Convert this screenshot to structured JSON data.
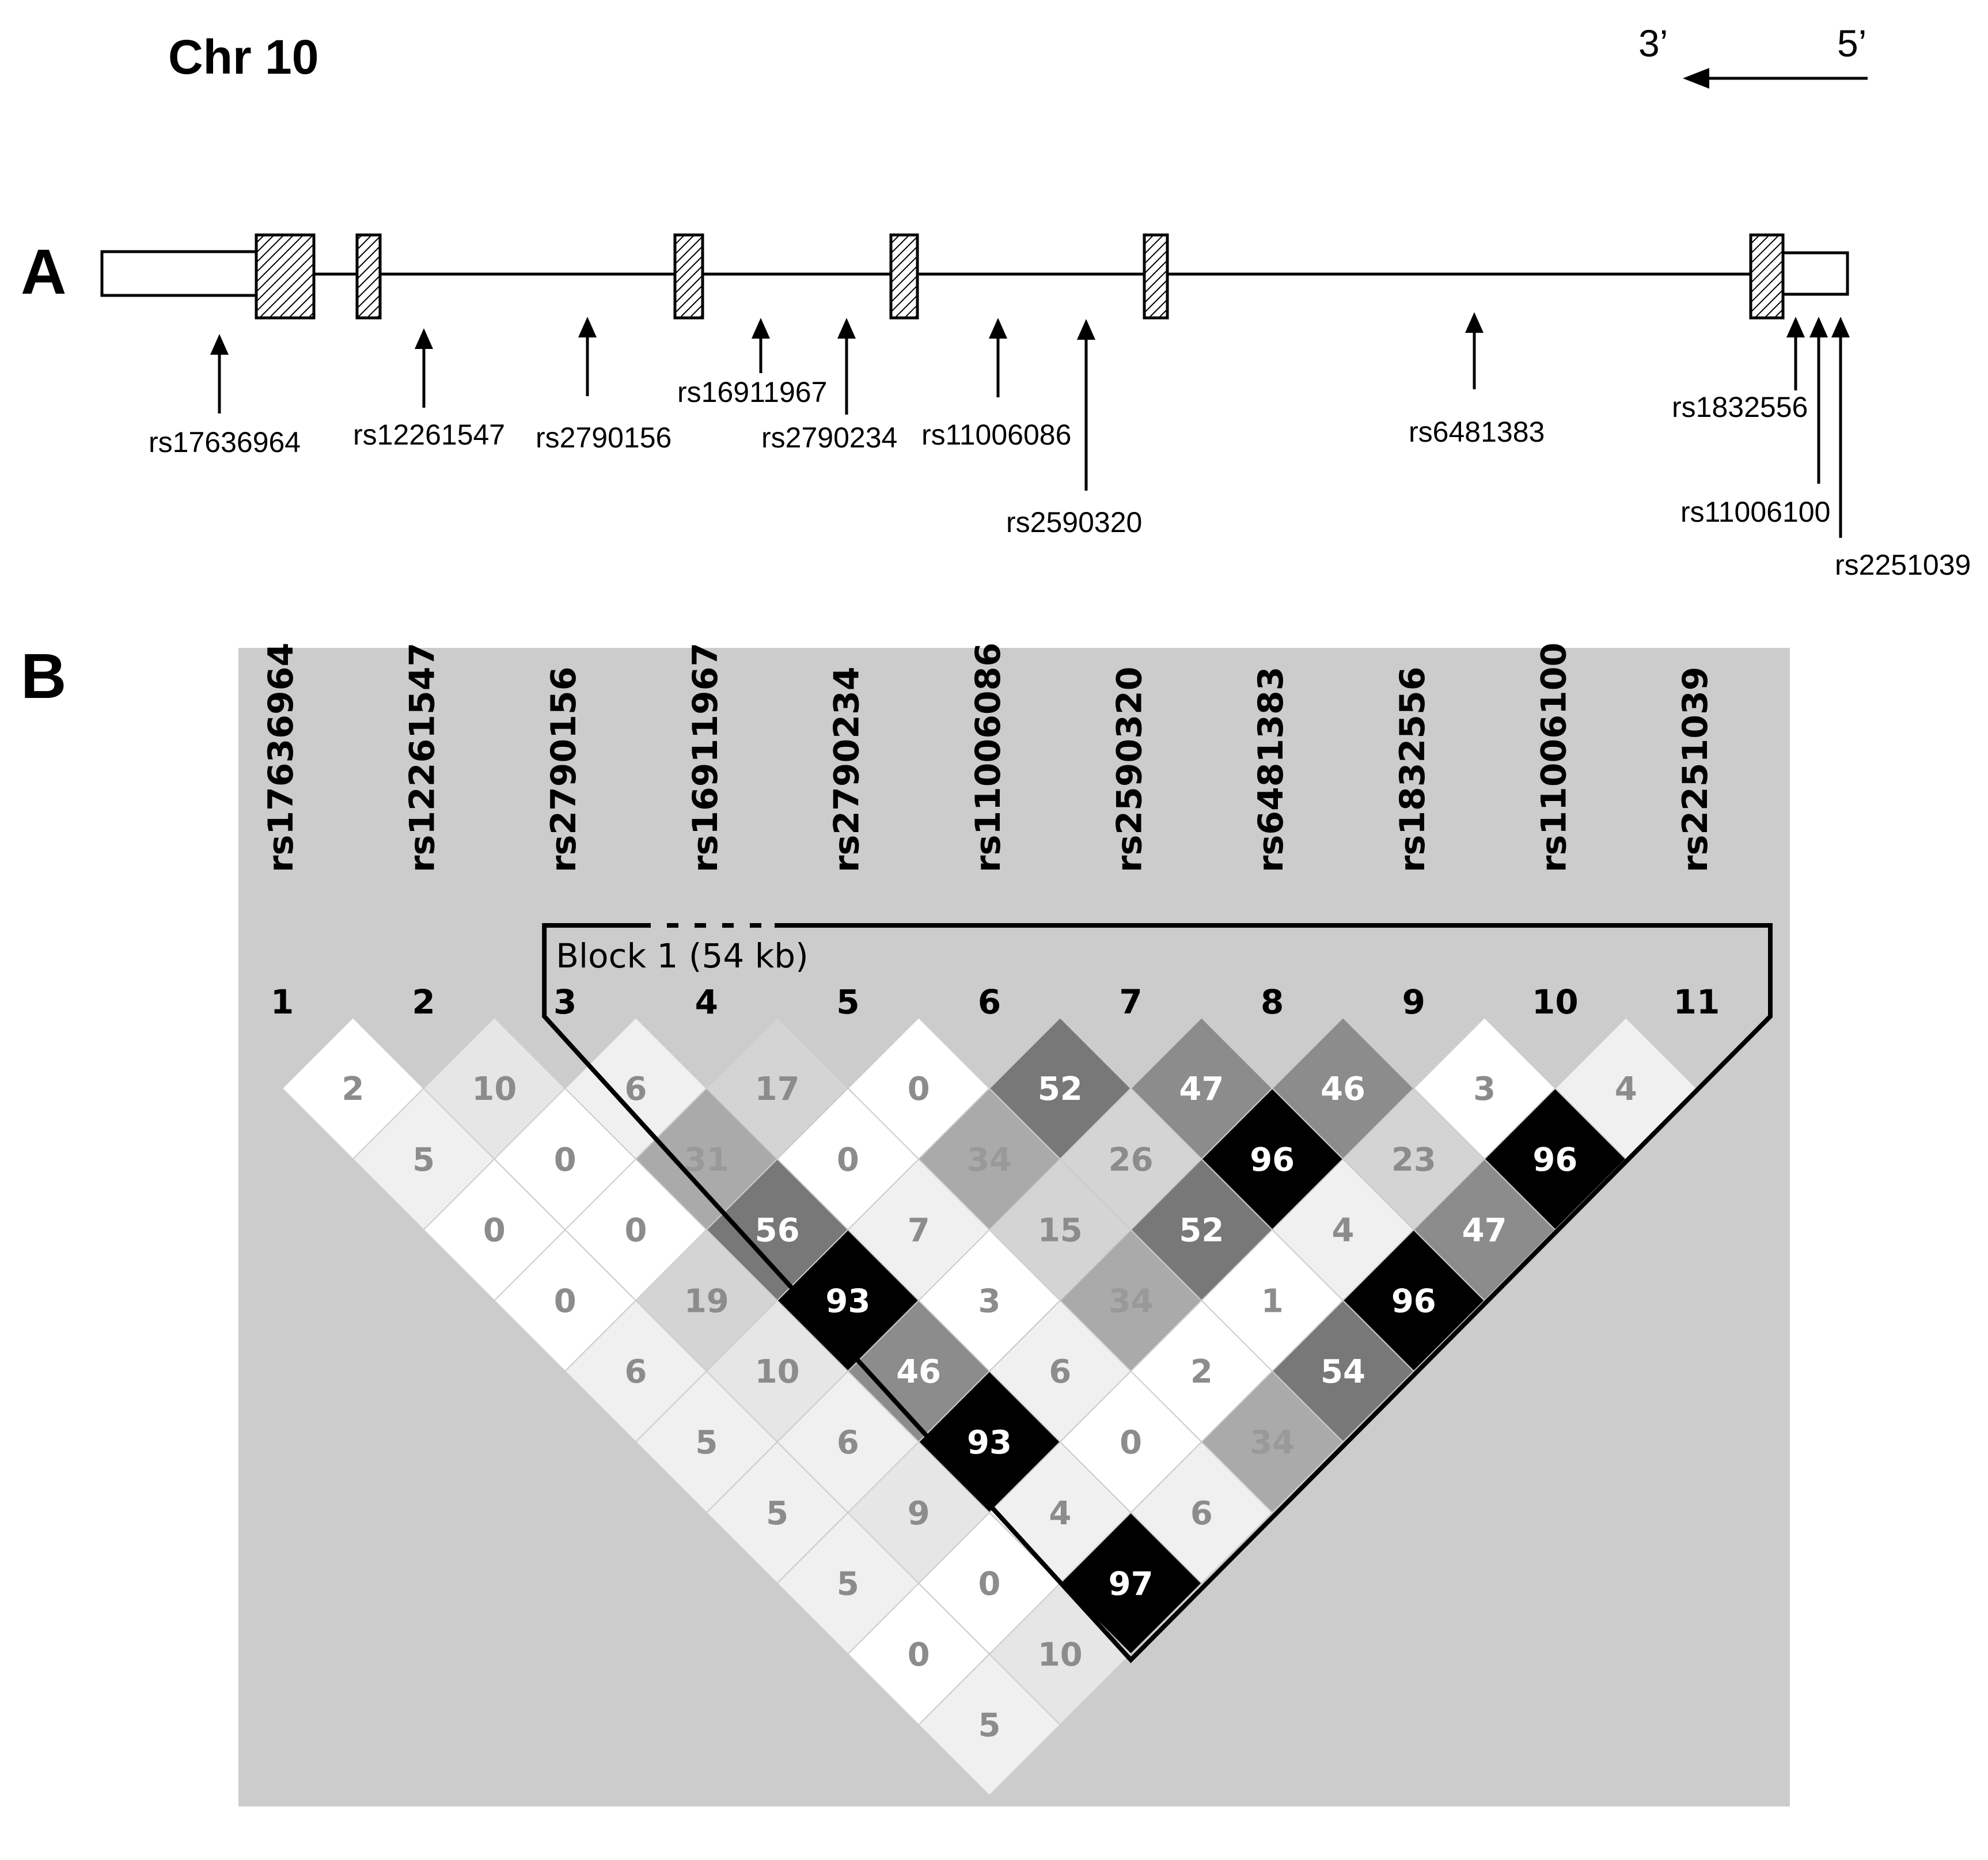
{
  "panel_a": {
    "panel_label": "A",
    "chromosome_label": "Chr 10",
    "direction": {
      "left_label": "3’",
      "right_label": "5’"
    },
    "snps": [
      {
        "id": "rs17636964"
      },
      {
        "id": "rs12261547"
      },
      {
        "id": "rs2790156"
      },
      {
        "id": "rs16911967"
      },
      {
        "id": "rs2790234"
      },
      {
        "id": "rs11006086"
      },
      {
        "id": "rs2590320"
      },
      {
        "id": "rs6481383"
      },
      {
        "id": "rs1832556"
      },
      {
        "id": "rs11006100"
      },
      {
        "id": "rs2251039"
      }
    ]
  },
  "panel_b": {
    "panel_label": "B",
    "snp_names": [
      "rs17636964",
      "rs12261547",
      "rs2790156",
      "rs16911967",
      "rs2790234",
      "rs11006086",
      "rs2590320",
      "rs6481383",
      "rs1832556",
      "rs11006100",
      "rs2251039"
    ],
    "marker_numbers": [
      "1",
      "2",
      "3",
      "4",
      "5",
      "6",
      "7",
      "8",
      "9",
      "10",
      "11"
    ],
    "block": {
      "label": "Block 1 (54 kb)",
      "first_marker": 3,
      "last_marker": 11
    },
    "ld_rows": [
      [
        2,
        10,
        6,
        17,
        0,
        52,
        47,
        46,
        3,
        4
      ],
      [
        5,
        0,
        31,
        0,
        34,
        26,
        96,
        23,
        96
      ],
      [
        0,
        0,
        56,
        7,
        15,
        52,
        4,
        47
      ],
      [
        0,
        19,
        93,
        3,
        34,
        1,
        96
      ],
      [
        6,
        10,
        46,
        6,
        2,
        54
      ],
      [
        5,
        6,
        93,
        0,
        34
      ],
      [
        5,
        9,
        4,
        6
      ],
      [
        5,
        0,
        97
      ],
      [
        0,
        10
      ],
      [
        5
      ]
    ],
    "colors": {
      "background": "#cccccc",
      "very_low": "#ffffff",
      "low": "#f0f0f0",
      "low_mid": "#e6e6e6",
      "mid_low": "#d4d4d4",
      "mid": "#aaaaaa",
      "mid_high": "#8c8c8c",
      "high": "#787878",
      "very_high": "#000000"
    }
  }
}
